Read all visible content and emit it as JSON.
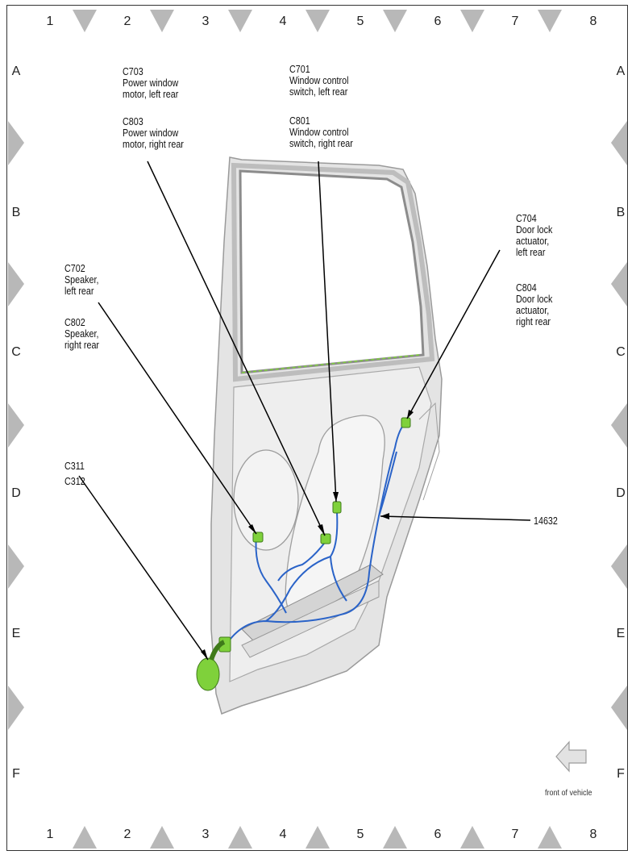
{
  "columns": [
    "1",
    "2",
    "3",
    "4",
    "5",
    "6",
    "7",
    "8"
  ],
  "rows": [
    "A",
    "B",
    "C",
    "D",
    "E",
    "F"
  ],
  "callouts": {
    "c703": "C703\nPower window\nmotor, left rear",
    "c803": "C803\nPower window\nmotor, right rear",
    "c701": "C701\nWindow control\nswitch, left rear",
    "c801": "C801\nWindow control\nswitch, right rear",
    "c704": "C704\nDoor lock\nactuator,\nleft rear",
    "c804": "C804\nDoor lock\nactuator,\nright rear",
    "c702": "C702\nSpeaker,\nleft rear",
    "c802": "C802\nSpeaker,\nright rear",
    "c311": "C311",
    "c312": "C312",
    "harness": "14632"
  },
  "front_label": "front of vehicle",
  "colors": {
    "harness": "#2a63c8",
    "connector": "#7fd13b",
    "door": "#e6e6e6",
    "marker": "#b5b5b5"
  }
}
